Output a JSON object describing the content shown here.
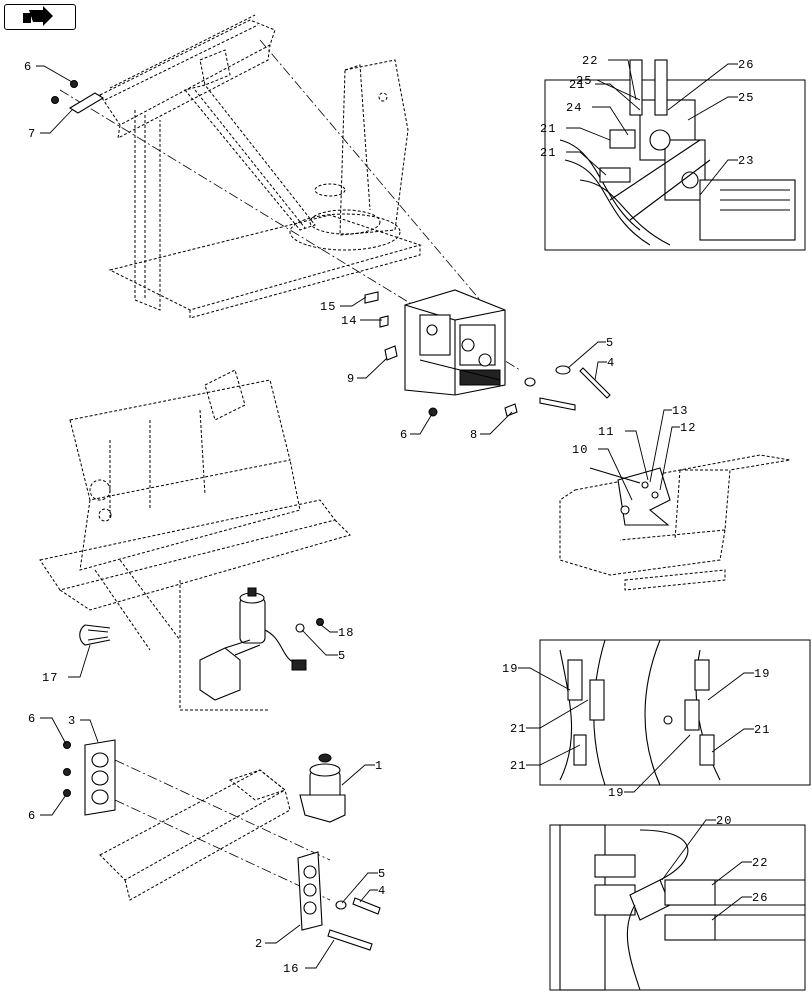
{
  "nav": {
    "icon": "back-arrow-icon"
  },
  "callouts": {
    "c6a": "6",
    "c7": "7",
    "c15": "15",
    "c14": "14",
    "c9": "9",
    "c6b": "6",
    "c8": "8",
    "c5a": "5",
    "c4a": "4",
    "c22a": "22",
    "c26a": "26",
    "c21a": "21",
    "c25a": "25",
    "c25b": "25",
    "c24": "24",
    "c21b": "21",
    "c21c": "21",
    "c23": "23",
    "c13": "13",
    "c11": "11",
    "c12": "12",
    "c10": "10",
    "c18": "18",
    "c5b": "5",
    "c17": "17",
    "c3": "3",
    "c6c": "6",
    "c6d": "6",
    "c1": "1",
    "c5c": "5",
    "c4b": "4",
    "c2": "2",
    "c16": "16",
    "c19a": "19",
    "c19b": "19",
    "c21d": "21",
    "c21e": "21",
    "c21f": "21",
    "c19c": "19",
    "c20": "20",
    "c22b": "22",
    "c26b": "26"
  }
}
